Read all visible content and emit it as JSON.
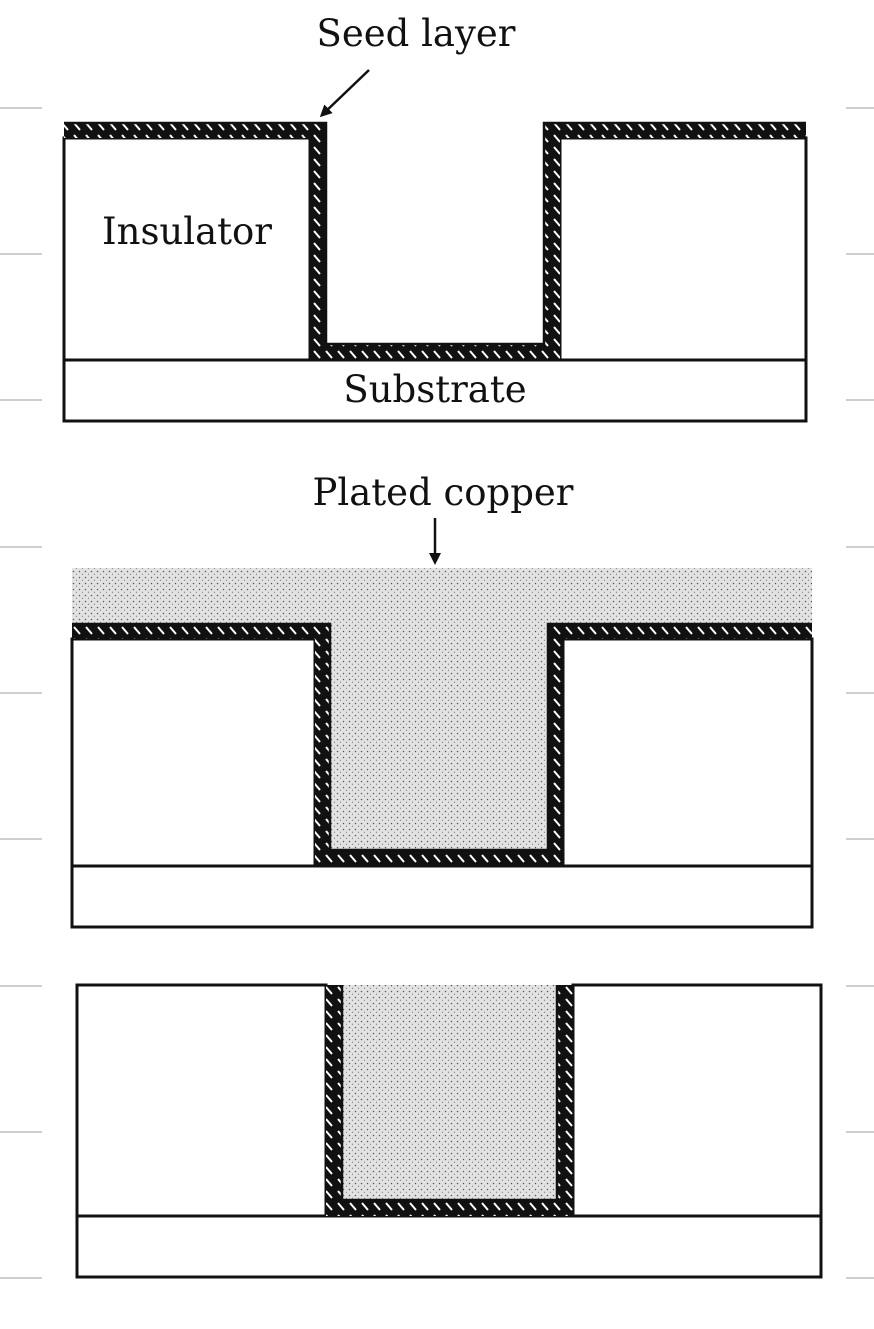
{
  "labels": {
    "seed_layer": "Seed layer",
    "insulator": "Insulator",
    "substrate": "Substrate",
    "plated_copper": "Plated copper"
  },
  "colors": {
    "ink": "#111111",
    "background": "#ffffff",
    "copper_fill": "#d6d6d6",
    "margin_tick": "#cfcfcf"
  }
}
